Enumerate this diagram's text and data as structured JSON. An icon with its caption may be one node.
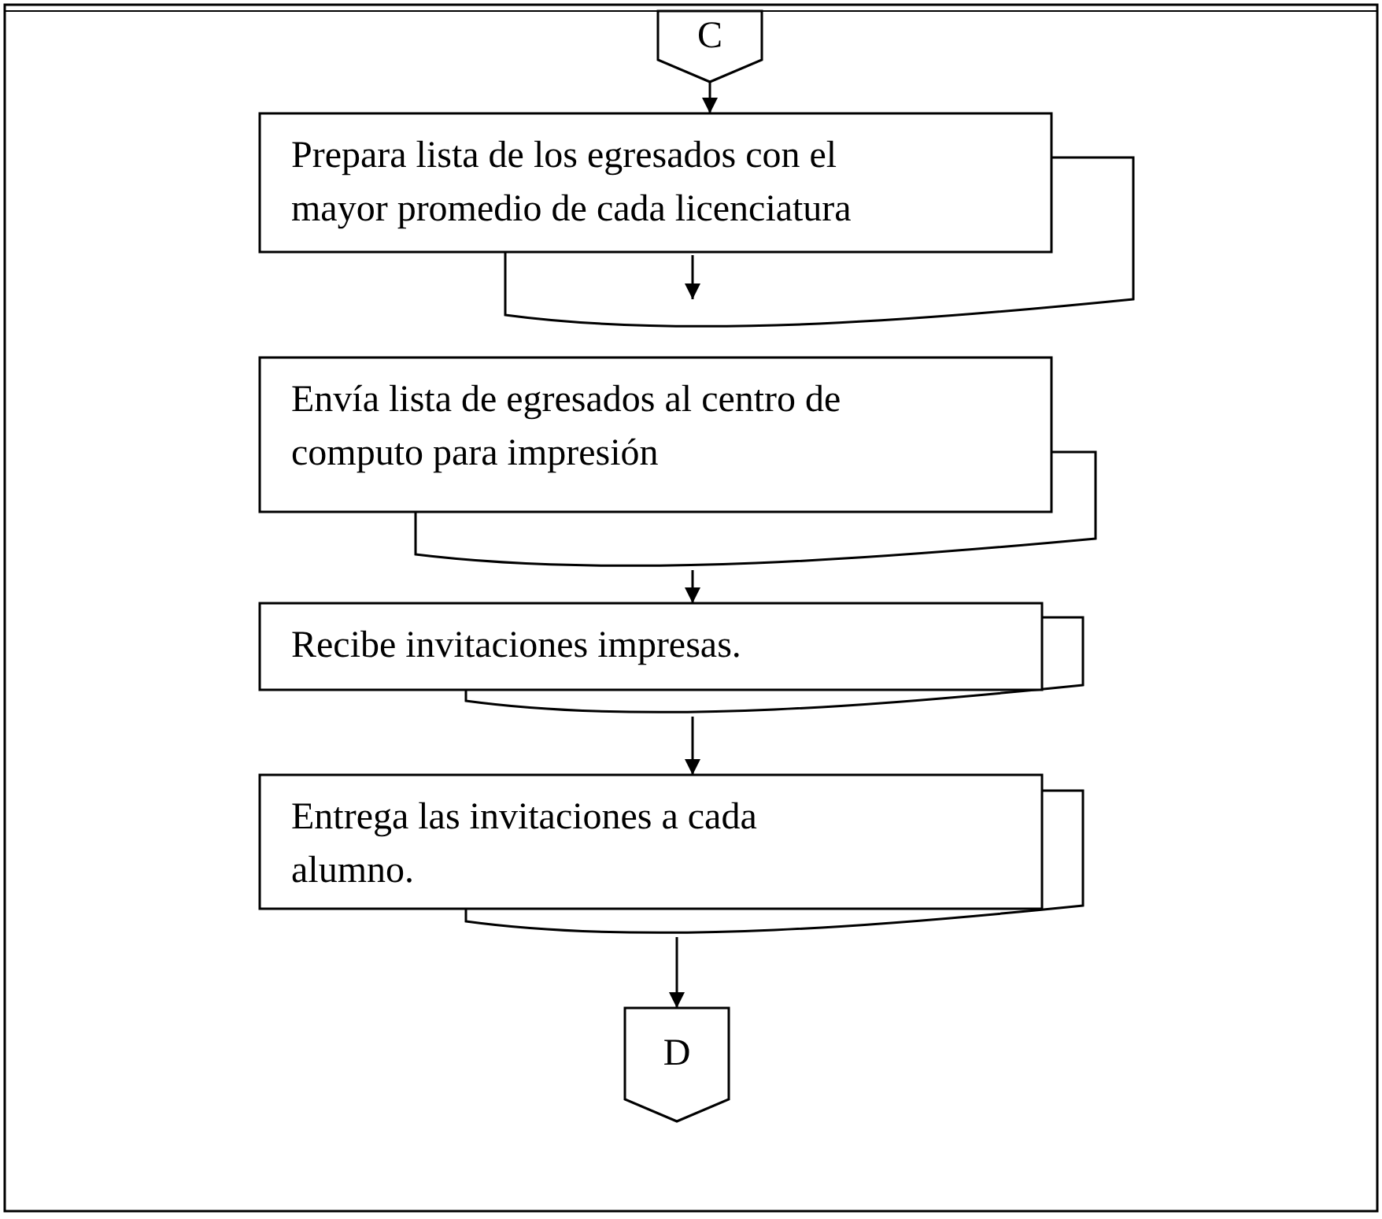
{
  "diagram": {
    "nodes": [
      {
        "text": [
          "C"
        ]
      },
      {
        "text": [
          "Prepara lista de los egresados con el mayor promedio de cada licenciatura"
        ]
      },
      {
        "text": [
          "Envía lista de egresados al centro de computo para impresión"
        ]
      },
      {
        "text": [
          "Recibe invitaciones impresas."
        ]
      },
      {
        "text": [
          "Entrega las invitaciones a cada alumno."
        ]
      },
      {
        "text": [
          "D"
        ]
      }
    ],
    "edges": [
      {
        "from": 0,
        "to": 1,
        "arrow": "to"
      },
      {
        "from": null,
        "to": 1,
        "arrow": "to"
      },
      {
        "from": 2,
        "to": 3,
        "arrow": "to"
      },
      {
        "from": 3,
        "to": 4,
        "arrow": "to"
      },
      {
        "from": 4,
        "to": 5,
        "arrow": "to"
      }
    ]
  }
}
